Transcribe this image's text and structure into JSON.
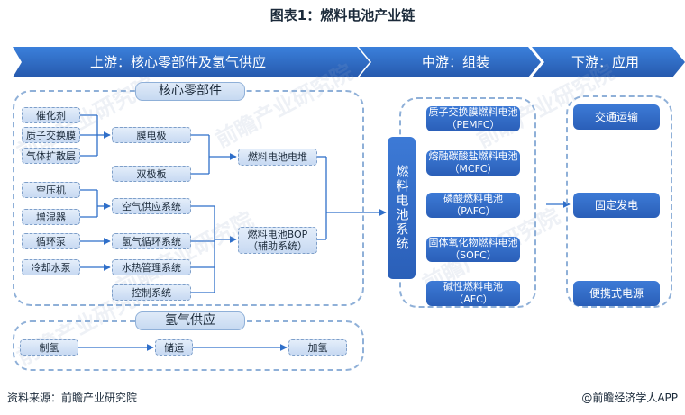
{
  "title": "图表1：燃料电池产业链",
  "stages": {
    "upstream": "上游：核心零部件及氢气供应",
    "midstream": "中游：组装",
    "downstream": "下游：应用"
  },
  "core": {
    "header": "核心零部件",
    "materials_a": [
      "催化剂",
      "质子交换膜",
      "气体扩散层"
    ],
    "materials_b": [
      "空压机",
      "增湿器",
      "循环泵",
      "冷却水泵"
    ],
    "membrane_electrode": "膜电极",
    "bipolar_plate": "双极板",
    "subsystems": [
      "空气供应系统",
      "氢气循环系统",
      "水热管理系统",
      "控制系统"
    ],
    "stack": "燃料电池电堆",
    "bop_line1": "燃料电池BOP",
    "bop_line2": "（辅助系统）"
  },
  "hydrogen": {
    "header": "氢气供应",
    "steps": [
      "制氢",
      "储运",
      "加氢"
    ]
  },
  "system": "燃料电池系统",
  "midstream_types": [
    {
      "name": "质子交换膜燃料电池",
      "abbr": "（PEMFC）"
    },
    {
      "name": "熔融碳酸盐燃料电池",
      "abbr": "（MCFC）"
    },
    {
      "name": "磷酸燃料电池",
      "abbr": "（PAFC）"
    },
    {
      "name": "固体氧化物燃料电池",
      "abbr": "（SOFC）"
    },
    {
      "name": "碱性燃料电池",
      "abbr": "（AFC）"
    }
  ],
  "applications": [
    "交通运输",
    "固定发电",
    "便携式电源"
  ],
  "footer": {
    "source": "资料来源：前瞻产业研究院",
    "brand": "@前瞻经济学人APP"
  },
  "watermark": "前瞻产业研究院",
  "colors": {
    "chevron": "#2f6fc9",
    "accent": "#2a5fb8",
    "dash": "#8fb0d8"
  }
}
